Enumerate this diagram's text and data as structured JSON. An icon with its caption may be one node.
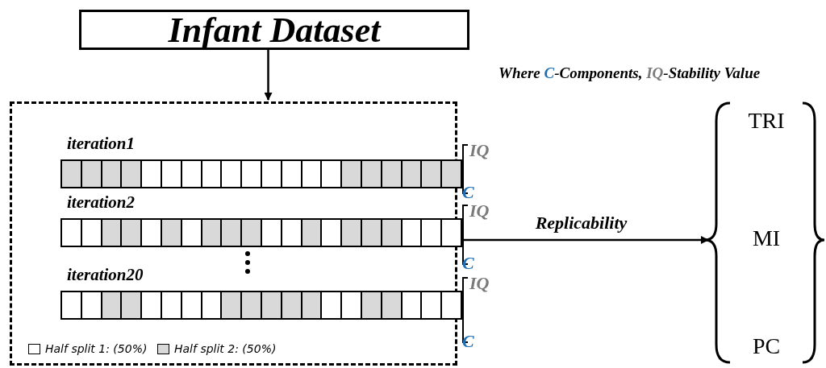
{
  "diagram": {
    "nodes": [
      {
        "text": [
          "Infant Dataset"
        ]
      },
      {
        "text": [],
        "shape": "box"
      },
      {
        "text": [
          "iteration1"
        ],
        "in": 1
      },
      {
        "text": [
          "iteration2"
        ],
        "in": 1
      },
      {
        "text": [
          "iteration20"
        ],
        "in": 1
      },
      {
        "text": [
          "TRI",
          "MI",
          "PC"
        ]
      }
    ],
    "edges": [
      {
        "from": 0,
        "to": 1,
        "arrow": "to"
      },
      {
        "from": 1,
        "to": 5,
        "arrow": "to",
        "label": "Replicability"
      }
    ],
    "labels": [
      "Where ",
      "C",
      "-Components, ",
      "IQ",
      "-Stability Value",
      "IQ",
      "C",
      "IQ",
      "C",
      "IQ",
      "C"
    ],
    "legend": [
      {
        "text": "Half split 1: (50%)",
        "color": "#ffffff"
      },
      {
        "text": "Half split 2: (50%)",
        "color": "#d9d9d9"
      }
    ]
  }
}
